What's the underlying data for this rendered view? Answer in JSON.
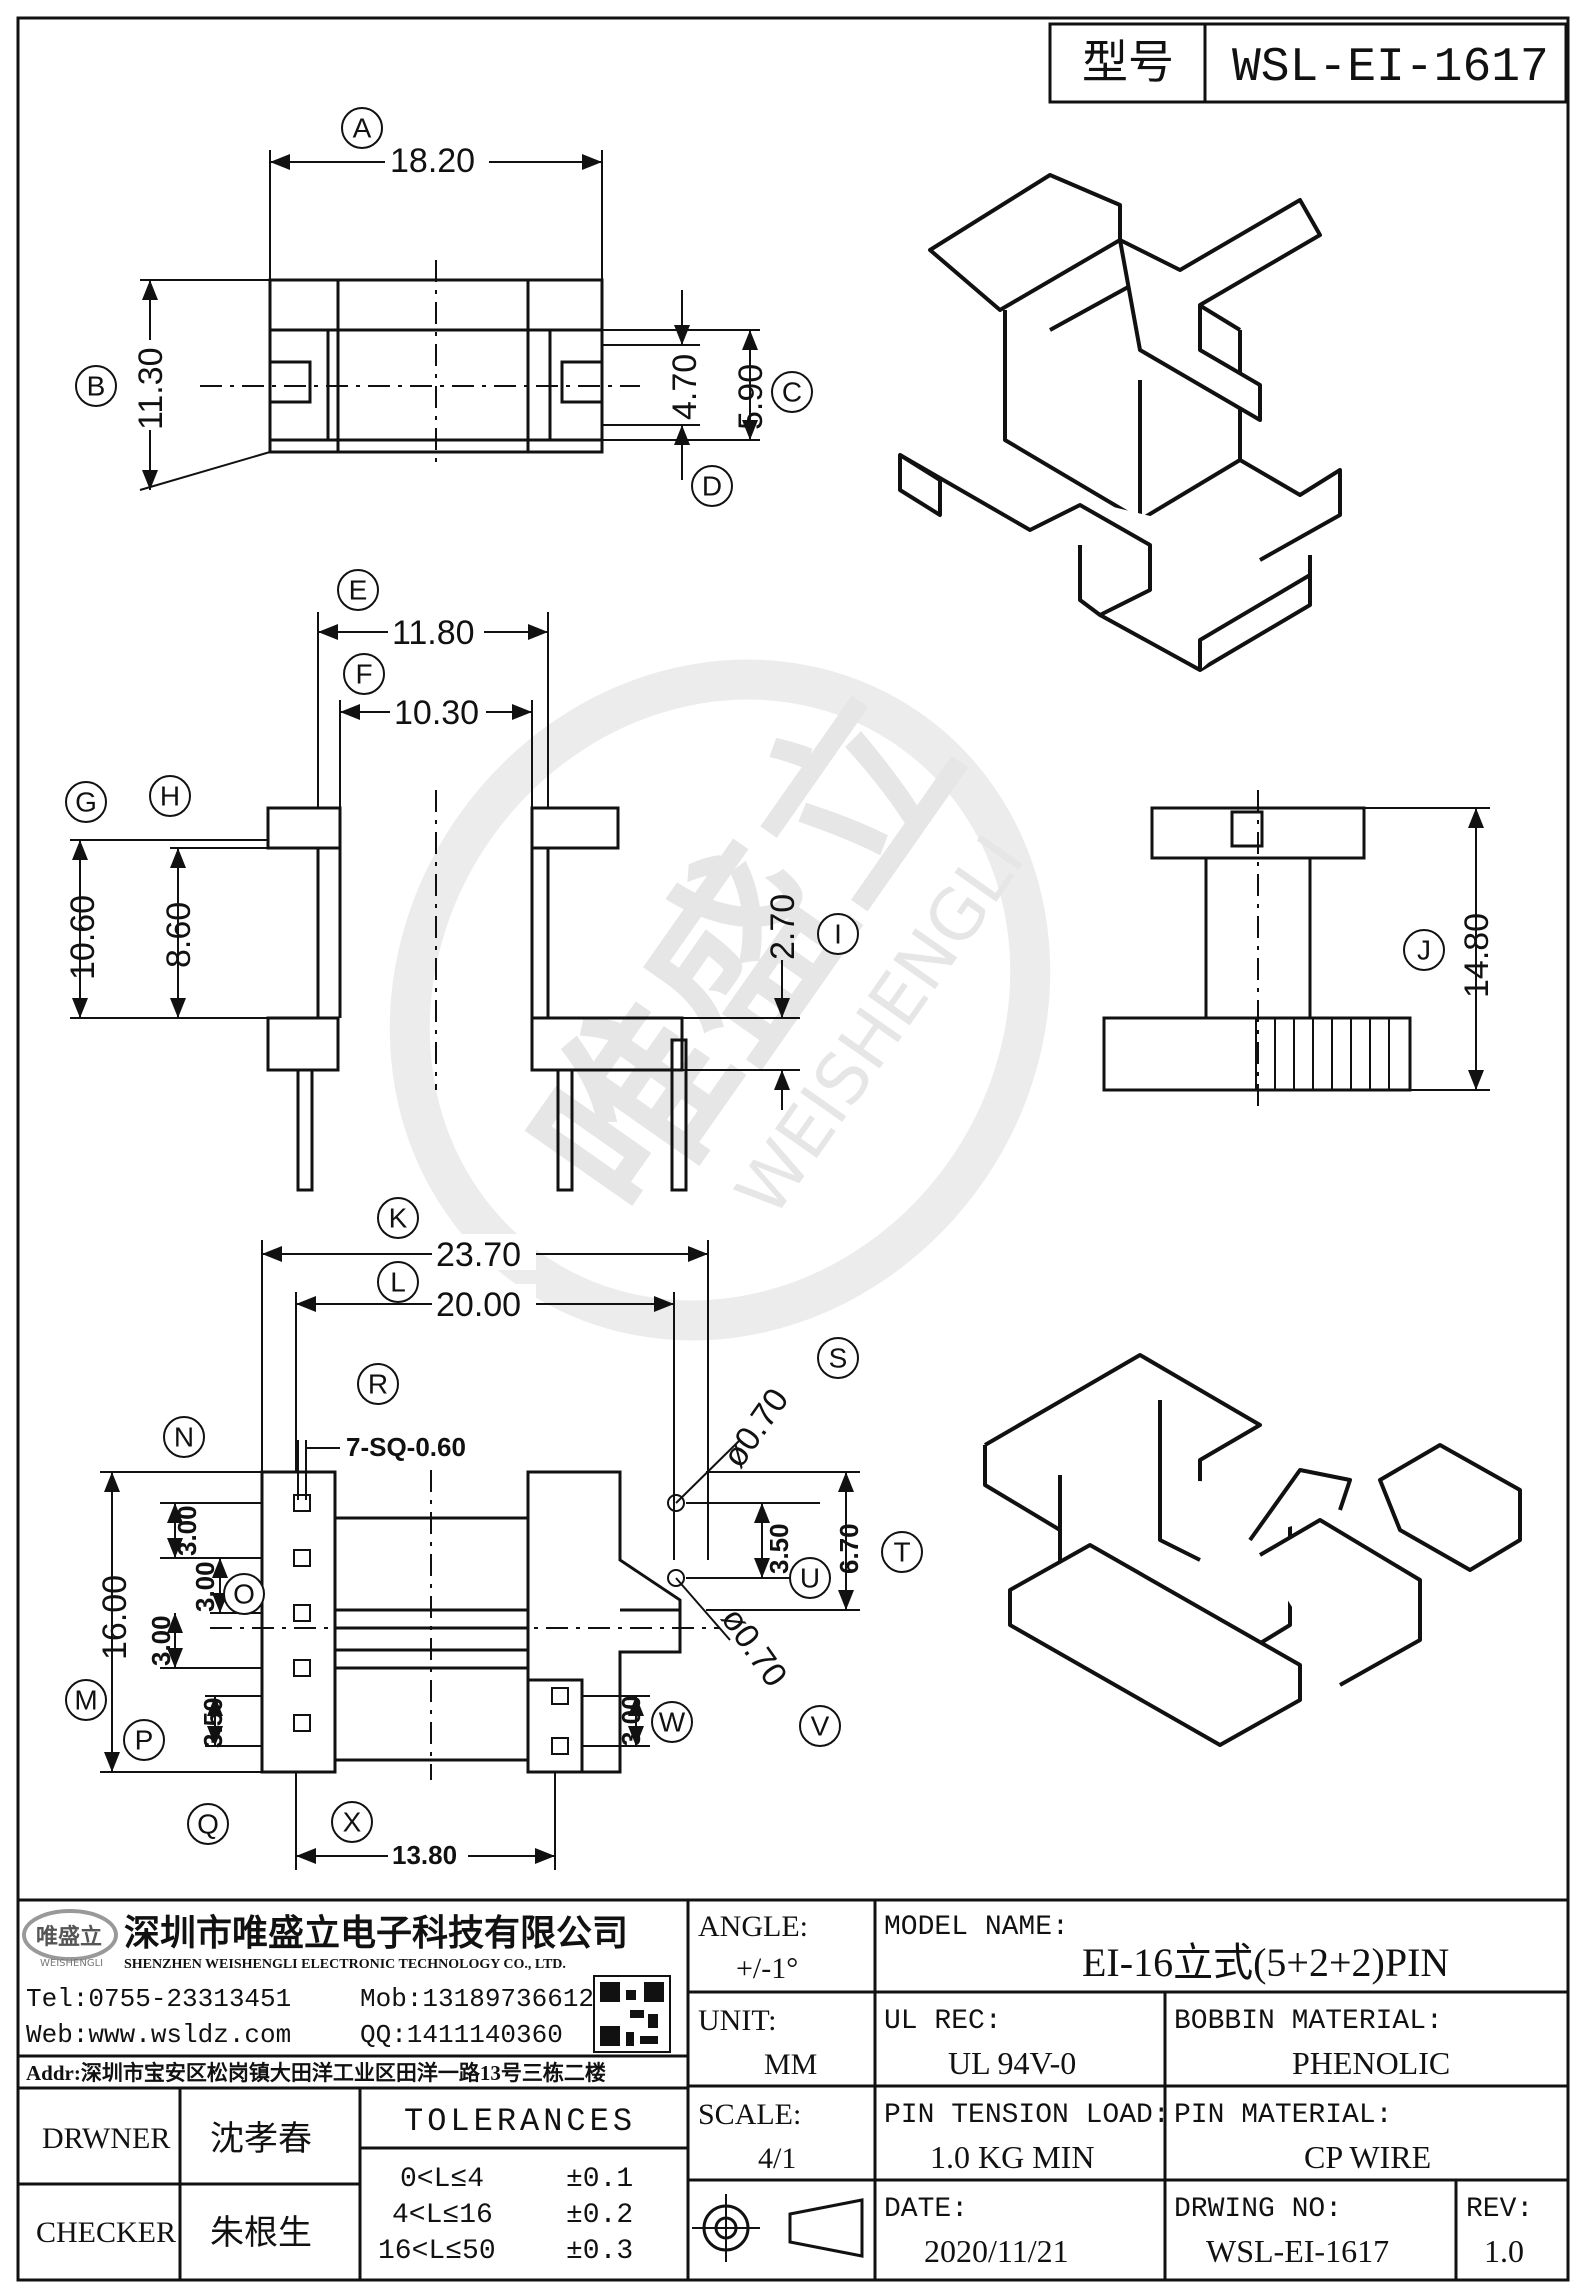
{
  "model_tag": {
    "label": "型号",
    "value": "WSL-EI-1617"
  },
  "watermark": {
    "cn": "唯盛立",
    "en": "WEISHENGLI"
  },
  "top_view": {
    "A": {
      "letter": "A",
      "value": "18.20"
    },
    "B": {
      "letter": "B",
      "value": "11.30"
    },
    "C": {
      "letter": "C",
      "value": "5.90"
    },
    "D": {
      "letter": "D",
      "value": "4.70"
    }
  },
  "front_view": {
    "E": {
      "letter": "E",
      "value": "11.80"
    },
    "F": {
      "letter": "F",
      "value": "10.30"
    },
    "G": {
      "letter": "G",
      "value": "10.60"
    },
    "H": {
      "letter": "H",
      "value": "8.60"
    },
    "I": {
      "letter": "I",
      "value": "2.70"
    }
  },
  "side_view": {
    "J": {
      "letter": "J",
      "value": "14.80"
    }
  },
  "bottom_view": {
    "K": {
      "letter": "K",
      "value": "23.70"
    },
    "L": {
      "letter": "L",
      "value": "20.00"
    },
    "R": {
      "letter": "R",
      "value": "7-SQ-0.60"
    },
    "N": {
      "letter": "N",
      "value": "3.00"
    },
    "O": {
      "letter": "O",
      "value": "3.00"
    },
    "O2": {
      "value": "3.00"
    },
    "M": {
      "letter": "M",
      "value": "16.00"
    },
    "P": {
      "letter": "P",
      "value": "3.50"
    },
    "Q": {
      "letter": "Q"
    },
    "X": {
      "letter": "X",
      "value": "13.80"
    },
    "S": {
      "letter": "S",
      "value": "ø0.70"
    },
    "V": {
      "letter": "V",
      "value": "ø0.70"
    },
    "U": {
      "letter": "U",
      "value": "3.50"
    },
    "T": {
      "letter": "T",
      "value": "6.70"
    },
    "W": {
      "letter": "W",
      "value": "3.00"
    }
  },
  "title_block": {
    "company_cn": "深圳市唯盛立电子科技有限公司",
    "company_en": "SHENZHEN WEISHENGLI ELECTRONIC TECHNOLOGY CO., LTD.",
    "logo_text": "唯盛立",
    "logo_sub": "WEISHENGLI",
    "tel": "Tel:0755-23313451",
    "mob": "Mob:13189736612",
    "web": "Web:www.wsldz.com",
    "qq": "QQ:1411140360",
    "addr": "Addr:深圳市宝安区松岗镇大田洋工业区田洋一路13号三栋二楼",
    "drwner_label": "DRWNER",
    "drwner_name": "沈孝春",
    "checker_label": "CHECKER",
    "checker_name": "朱根生",
    "tolerances_label": "TOLERANCES",
    "tolerances": [
      {
        "range": "0<L≤4",
        "tol": "±0.1"
      },
      {
        "range": "4<L≤16",
        "tol": "±0.2"
      },
      {
        "range": "16<L≤50",
        "tol": "±0.3"
      }
    ],
    "angle_label": "ANGLE:",
    "angle_value": "+/-1°",
    "unit_label": "UNIT:",
    "unit_value": "MM",
    "scale_label": "SCALE:",
    "scale_value": "4/1",
    "model_name_label": "MODEL NAME:",
    "model_name_value": "EI-16立式(5+2+2)PIN",
    "ul_rec_label": "UL REC:",
    "ul_rec_value": "UL 94V-0",
    "bobbin_material_label": "BOBBIN MATERIAL:",
    "bobbin_material_value": "PHENOLIC",
    "pin_tension_label": "PIN TENSION LOAD:",
    "pin_tension_value": "1.0 KG MIN",
    "pin_material_label": "PIN MATERIAL:",
    "pin_material_value": "CP WIRE",
    "date_label": "DATE:",
    "date_value": "2020/11/21",
    "drwing_no_label": "DRWING NO:",
    "drwing_no_value": "WSL-EI-1617",
    "rev_label": "REV:",
    "rev_value": "1.0"
  }
}
